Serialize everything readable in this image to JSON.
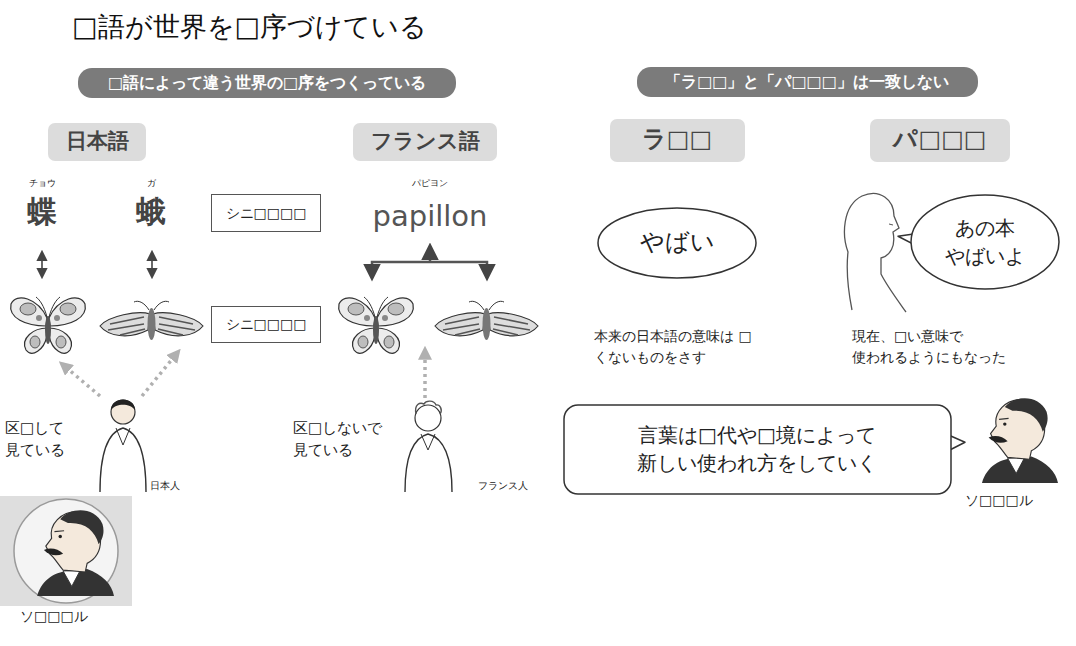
{
  "diagram": {
    "title": "□語が世界を□序づけている",
    "nodes": [
      {
        "text": [
          "□語によって違う世界の□序をつくっている"
        ]
      },
      {
        "text": [
          "「ラ□□」と「パ□□□」は一致しない"
        ]
      },
      {
        "text": [
          "日本語"
        ]
      },
      {
        "text": [
          "フランス語"
        ]
      },
      {
        "text": [
          "ラ□□"
        ]
      },
      {
        "text": [
          "パ□□□"
        ]
      },
      {
        "text": [
          "シニ□□□□"
        ]
      },
      {
        "text": [
          "シニ□□□□"
        ]
      },
      {
        "text": [
          "やばい"
        ]
      },
      {
        "text": [
          "あの本 やばいよ"
        ]
      },
      {
        "text": [
          "言葉は□代や□境によって 新しい使われ方をしていく"
        ]
      }
    ],
    "labels": [
      "チョウ",
      "蝶",
      "ガ",
      "蛾",
      "パピヨン",
      "papillon",
      "区□して 見ている",
      "日本人",
      "区□しないで 見ている",
      "フランス人",
      "ソ□□□ル",
      "本来の日本語の意味は □くないものをさす",
      "現在、□い意味で 使われるようにもなった",
      "ソ□□□ル"
    ]
  }
}
